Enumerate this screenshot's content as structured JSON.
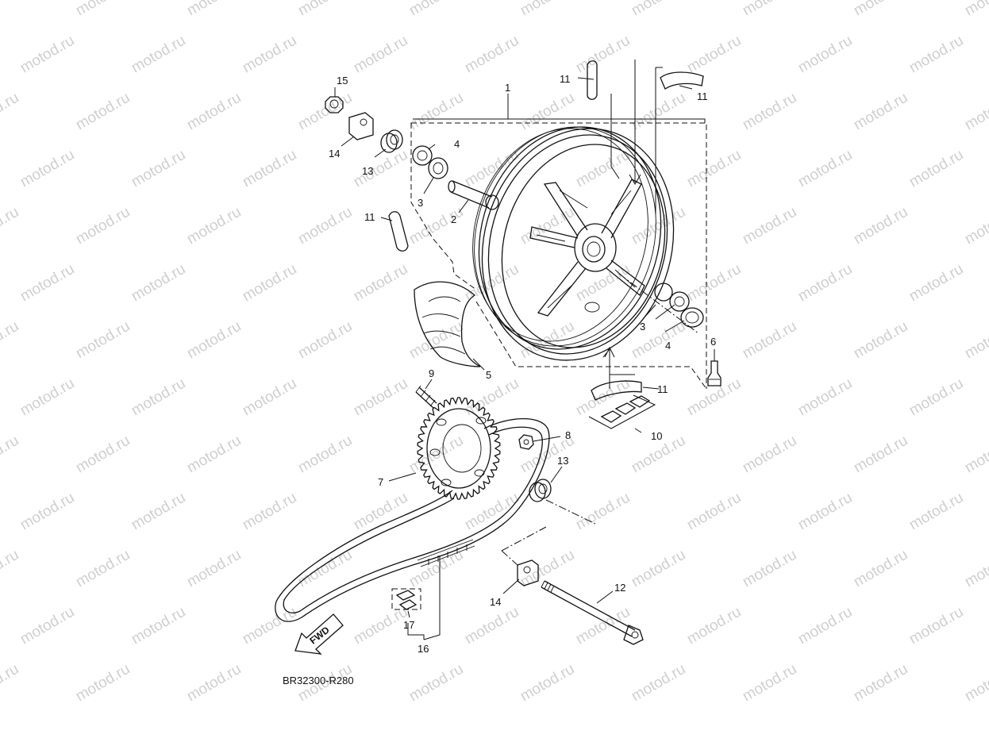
{
  "watermark": "motod.ru",
  "diagram_code": "BR32300-R280",
  "direction_arrow_text": "FWD",
  "callouts": [
    "1",
    "2",
    "3",
    "3",
    "4",
    "4",
    "5",
    "6",
    "7",
    "8",
    "9",
    "10",
    "11",
    "11",
    "11",
    "11",
    "12",
    "13",
    "13",
    "14",
    "14",
    "15",
    "16",
    "17"
  ]
}
